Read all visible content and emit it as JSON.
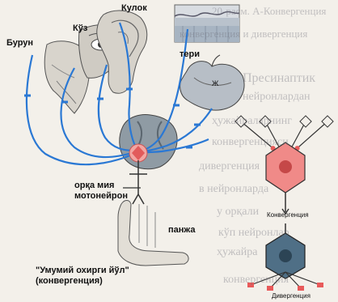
{
  "labels": {
    "burun": "Бурун",
    "koz": "Кўз",
    "kulok": "Кулок",
    "teri": "тери",
    "me": "Ж",
    "orqa_miya_1": "орқа мия",
    "orqa_miya_2": "мотонейрон",
    "panja": "панжа",
    "umumiy_1": "\"Умумий охирги йўл\"",
    "umumiy_2": "(конвергенция)",
    "tiny_1": "Конвергенция",
    "tiny_2": "Дивергенция"
  },
  "background_text": [
    "20-расм. А-Конвергенция",
    "конвергенция и дивергенция",
    "Пресинаптик",
    "нейронлардан",
    "ҳужайраларнинг",
    "конвергенцияси",
    "дивергенция",
    "в нейронларда",
    "у орқали",
    "кўп нейронлар",
    "ҳужайра",
    "конвергенция"
  ],
  "colors": {
    "pathway": "#2a78d4",
    "neuron_pink": "#f08a88",
    "neuron_dark": "#4f6f86",
    "synapse": "#e85a5a"
  }
}
